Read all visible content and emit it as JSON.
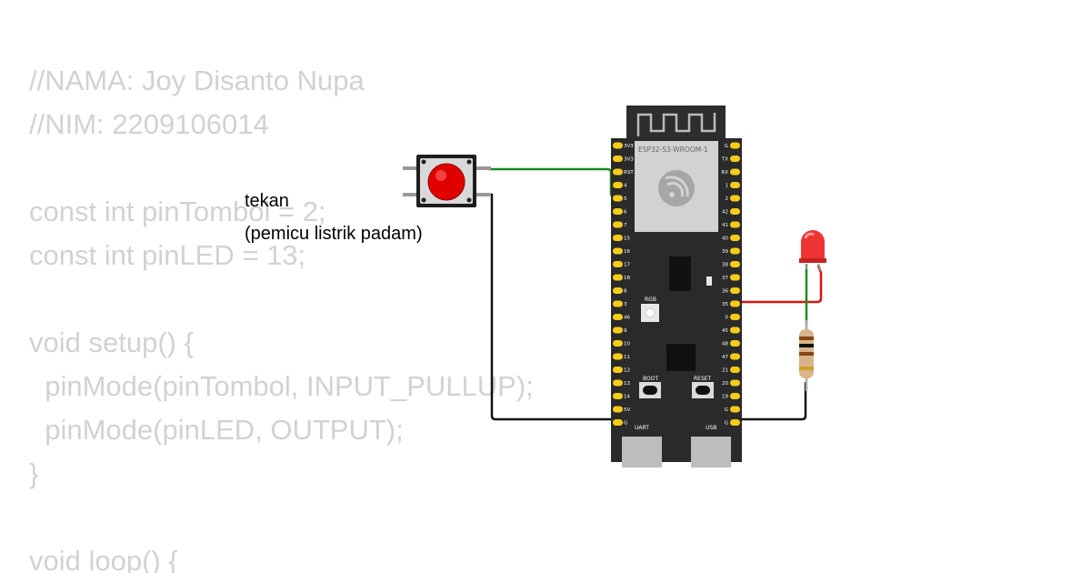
{
  "code": {
    "lines": [
      "//NAMA: Joy Disanto Nupa",
      "//NIM: 2209106014",
      "",
      "const int pinTombol = 2;",
      "const int pinLED = 13;",
      "",
      "void setup() {",
      "  pinMode(pinTombol, INPUT_PULLUP);",
      "  pinMode(pinLED, OUTPUT);",
      "}",
      "",
      "void loop() {"
    ]
  },
  "diagram": {
    "button_label_line1": "tekan",
    "button_label_line2": "(pemicu listrik padam)",
    "board": {
      "module_label": "ESP32-S3-WROOM-1",
      "left_pins": [
        "3V3",
        "3V3",
        "RST",
        "4",
        "5",
        "6",
        "7",
        "15",
        "16",
        "17",
        "18",
        "8",
        "3",
        "46",
        "9",
        "10",
        "11",
        "12",
        "13",
        "14",
        "5V",
        "G"
      ],
      "right_pins": [
        "G",
        "TX",
        "RX",
        "1",
        "2",
        "42",
        "41",
        "40",
        "39",
        "38",
        "37",
        "36",
        "35",
        "0",
        "45",
        "48",
        "47",
        "21",
        "20",
        "19",
        "G",
        "G"
      ],
      "rgb_label": "RGB",
      "boot_label": "BOOT",
      "reset_label": "RESET",
      "uart_label": "UART",
      "usb_label": "USB"
    },
    "colors": {
      "wire_green": "#1a8a1a",
      "wire_red": "#dd1111",
      "wire_black": "#111111",
      "board": "#2a2a2a",
      "pin": "#f5cc1a",
      "button_cap": "#e00000",
      "led": "#ee3333"
    }
  }
}
